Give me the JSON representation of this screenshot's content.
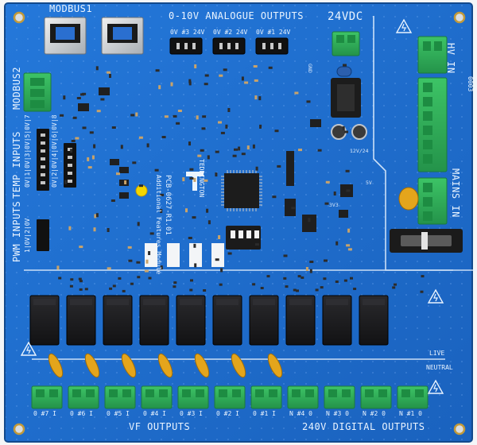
{
  "board": {
    "part_number": "PCB-0627-R1.01",
    "module_name": "Additional Features Module",
    "maker": "TEDDINGTON",
    "serial": "0003",
    "colors": {
      "pcb": "#1f6fcf",
      "pcb_dark": "#175aa9",
      "silk": "#eaf4ff",
      "terminal_green": "#2fae54",
      "relay_black": "#1b1b1d",
      "capacitor_yellow": "#e7a61c"
    }
  },
  "labels": {
    "modbus1": "MODBUS1",
    "modbus2": "MODBUS2",
    "analogue": "0-10V ANALOGUE OUTPUTS",
    "supply": "24VDC",
    "hv_in": "HV IN",
    "mains_in": "MAINS IN",
    "temp_inputs": "TEMP INPUTS",
    "pwm_inputs": "PWM INPUTS",
    "vf_outputs": "VF OUTPUTS",
    "digital_outputs": "240V DIGITAL OUTPUTS",
    "live": "LIVE",
    "neutral": "NEUTRAL",
    "gnd": "GND",
    "v33": "3V3",
    "v5": "5V",
    "v12": "12V/24"
  },
  "analogue_channels": [
    {
      "label": "0V  #3  24V"
    },
    {
      "label": "0V  #2  24V"
    },
    {
      "label": "0V  #1  24V"
    }
  ],
  "temp_channels": [
    "0V|1|0V|3|0V|5|0V|7",
    "0V|2|0V|4|0V|6|0V|8"
  ],
  "pwm_channels": [
    "1|0V|2|0V"
  ],
  "vf_terminals": [
    "0|#7|I",
    "0|#6|I",
    "0|#5|I",
    "0|#4|I",
    "0|#3|I",
    "0|#2|I",
    "0|#1|I"
  ],
  "digital_terminals": [
    "N|#4|0",
    "N|#3|0",
    "N|#2|0",
    "N|#1|0"
  ],
  "icons": [
    "hv-warning-icon",
    "earth-icon",
    "relay",
    "terminal-block",
    "rj45-jack",
    "microcontroller",
    "fuse"
  ]
}
